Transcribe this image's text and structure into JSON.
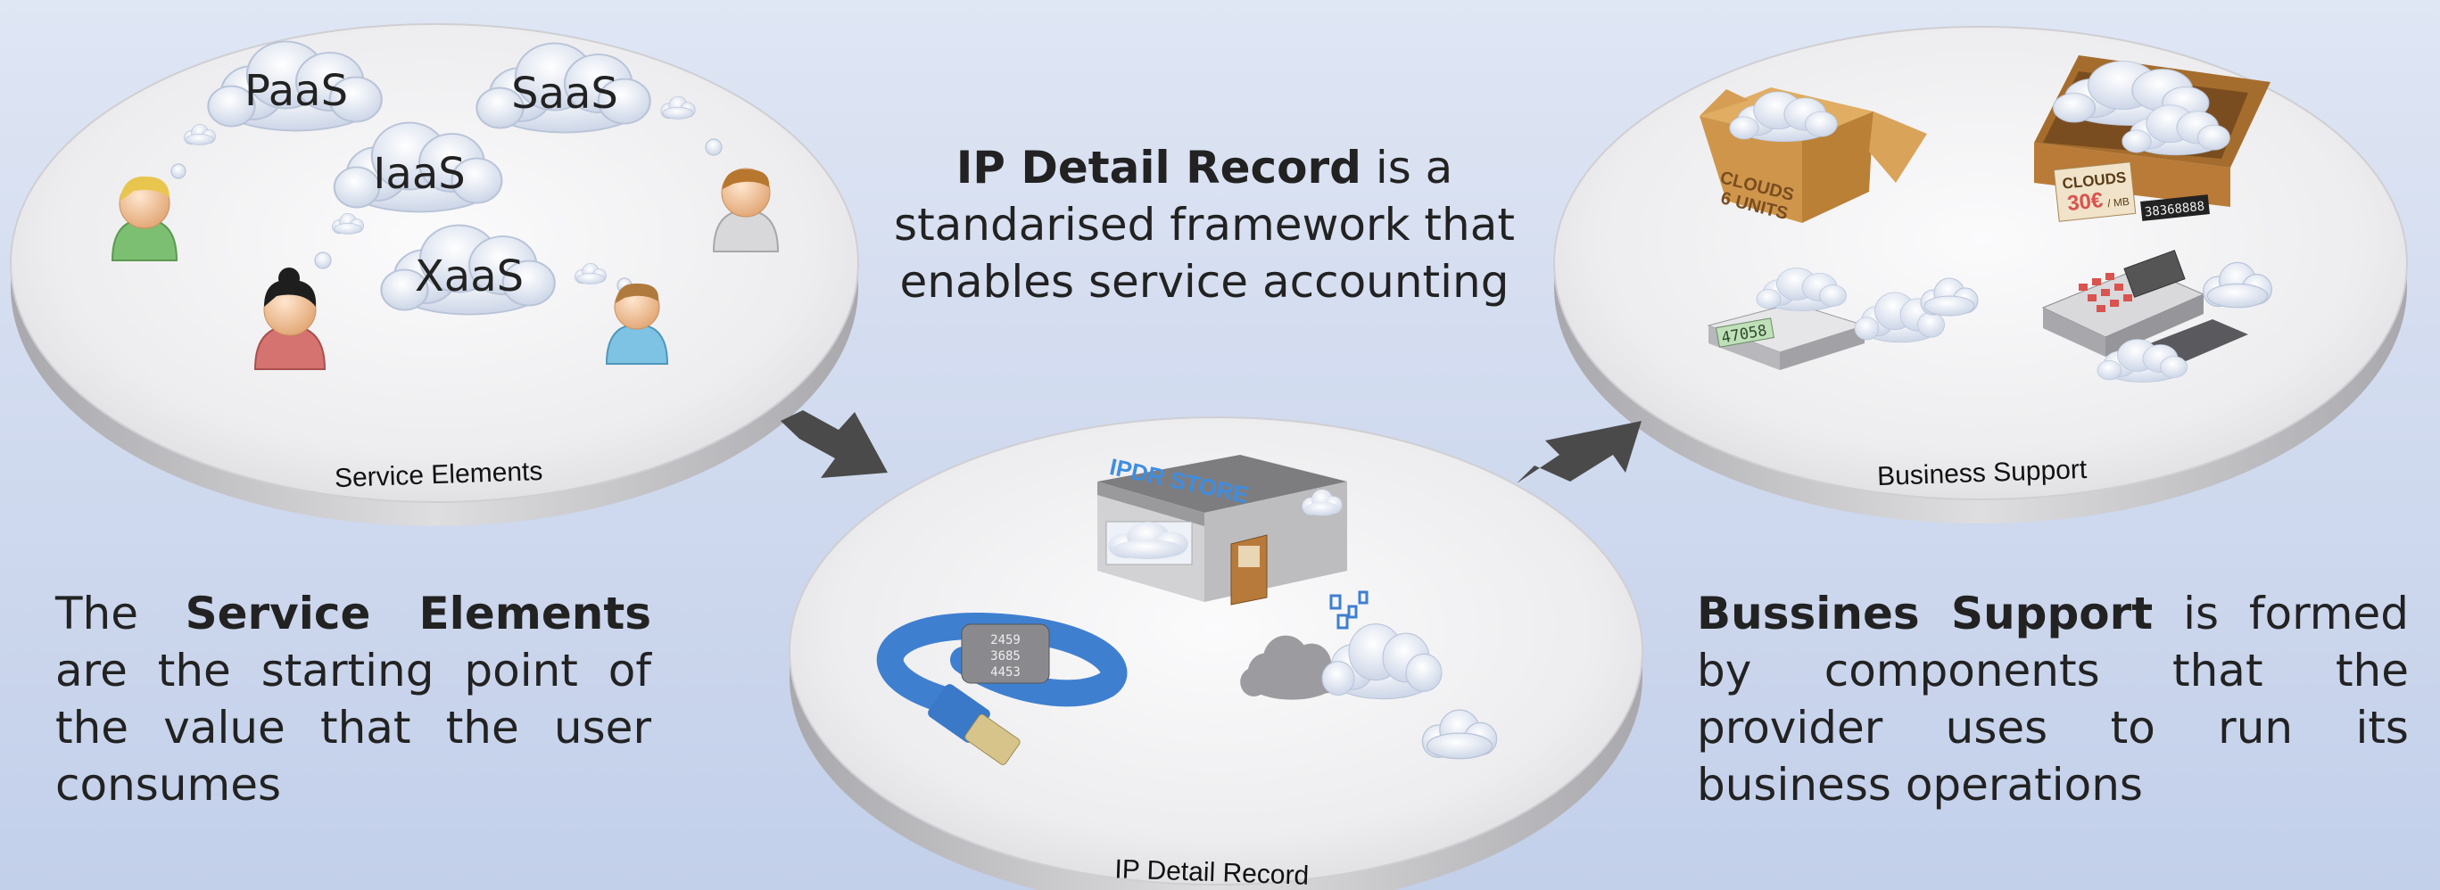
{
  "bubbles": {
    "paas": "PaaS",
    "saas": "SaaS",
    "iaas": "IaaS",
    "xaas": "XaaS"
  },
  "platform_labels": {
    "service_elements": "Service Elements",
    "ip_detail_record": "IP Detail Record",
    "business_support": "Business Support"
  },
  "store_sign": "IPDR STORE",
  "box_label_1": "CLOUDS",
  "box_label_2": "6 UNITS",
  "crate_label_1": "CLOUDS",
  "crate_label_2": "30€",
  "crate_label_unit": "/ MB",
  "scale_readout": "47058",
  "register_readout": "38368888",
  "lock_code": [
    "2459",
    "3685",
    "4453"
  ],
  "captions": {
    "ipdr": {
      "bold": "IP Detail Record",
      "rest1": " is a",
      "line2": "standarised framework that",
      "line3": "enables service accounting"
    },
    "service": {
      "pre": "The ",
      "bold": "Service Elements",
      "rest": " are the starting point of the value that the user consumes"
    },
    "business": {
      "bold": "Bussines Support",
      "rest": " is formed by components that the provider uses to run its business operations"
    }
  },
  "colors": {
    "platform_top": "#f4f4f5",
    "platform_side": "#c9c9cc",
    "arrow": "#4a4a4a",
    "cable": "#3f7fd0",
    "box": "#d9a35a"
  }
}
